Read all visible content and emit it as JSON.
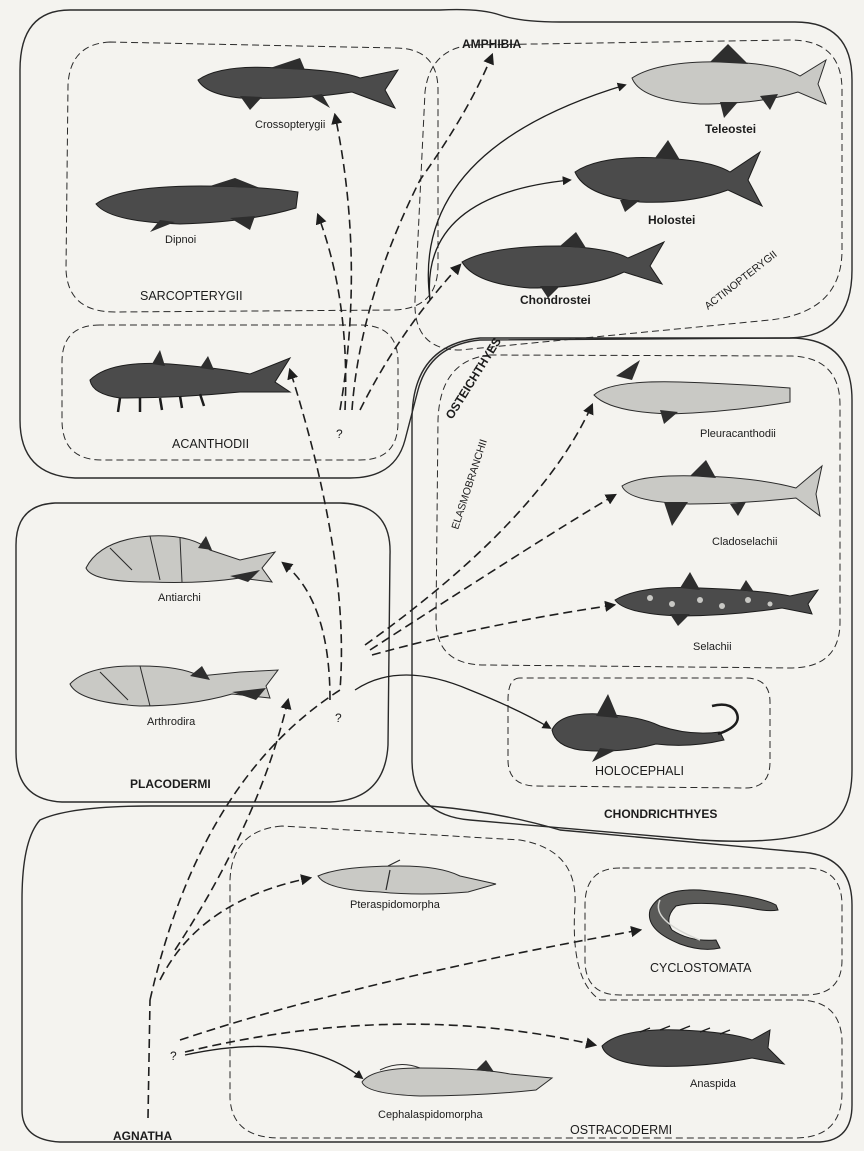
{
  "labels": {
    "amphibia": "AMPHIBIA",
    "crossopterygii": "Crossopterygii",
    "dipnoi": "Dipnoi",
    "sarcopterygii": "SARCOPTERYGII",
    "acanthodii": "ACANTHODII",
    "osteichthyes": "OSTEICHTHYES",
    "teleostei": "Teleostei",
    "holostei": "Holostei",
    "chondrostei": "Chondrostei",
    "actinopterygii": "ACTINOPTERYGII",
    "elasmobranchii": "ELASMOBRANCHII",
    "pleuracanthodii": "Pleuracanthodii",
    "cladoselachii": "Cladoselachii",
    "selachii": "Selachii",
    "holocephali": "HOLOCEPHALI",
    "chondrichthyes": "CHONDRICHTHYES",
    "antiarchi": "Antiarchi",
    "arthrodira": "Arthrodira",
    "placodermi": "PLACODERMI",
    "pteraspidomorpha": "Pteraspidomorpha",
    "cyclostomata": "CYCLOSTOMATA",
    "anaspida": "Anaspida",
    "cephalaspidomorpha": "Cephalaspidomorpha",
    "ostracodermi": "OSTRACODERMI",
    "agnatha": "AGNATHA",
    "unknown_ancestor_mark": "?"
  }
}
